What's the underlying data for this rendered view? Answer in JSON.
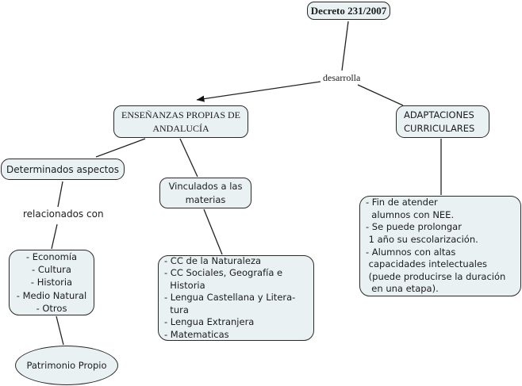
{
  "title": "Concept map: Decreto 231/2007",
  "palette": {
    "background": "#ffffff",
    "node_fill": "#e9f1f3",
    "node_border": "#2a2a2a",
    "line_color": "#222222",
    "text_color": "#1c1c1c"
  },
  "nodes": {
    "decreto": {
      "label": "Decreto 231/2007"
    },
    "ensenanzas": {
      "lines": [
        "ENSEÑANZAS PROPIAS DE",
        "ANDALUCÍA"
      ]
    },
    "adaptaciones": {
      "lines": [
        "ADAPTACIONES",
        "CURRICULARES"
      ]
    },
    "determinados": {
      "label": "Determinados aspectos"
    },
    "vinculados": {
      "lines": [
        "Vinculados a las",
        "materias"
      ]
    },
    "aspectos_list": {
      "lines": [
        "- Economía",
        "- Cultura",
        "- Historia",
        "- Medio Natural",
        "- Otros"
      ]
    },
    "materias_list": {
      "lines": [
        "- CC de la Naturaleza",
        "- CC Sociales, Geografía e",
        "  Historia",
        "- Lengua Castellana y Litera-",
        "  tura",
        "- Lengua Extranjera",
        "- Matematicas"
      ]
    },
    "nee_detail": {
      "lines": [
        "- Fin de atender",
        "  alumnos con NEE.",
        "- Se puede prolongar",
        " 1 año su escolarización.",
        "- Alumnos con altas",
        " capacidades intelectuales",
        " (puede producirse la duración",
        "  en una etapa)."
      ]
    },
    "patrimonio": {
      "label": "Patrimonio Propio"
    }
  },
  "link_labels": {
    "desarrolla": "desarrolla",
    "relacionados": "relacionados con"
  }
}
